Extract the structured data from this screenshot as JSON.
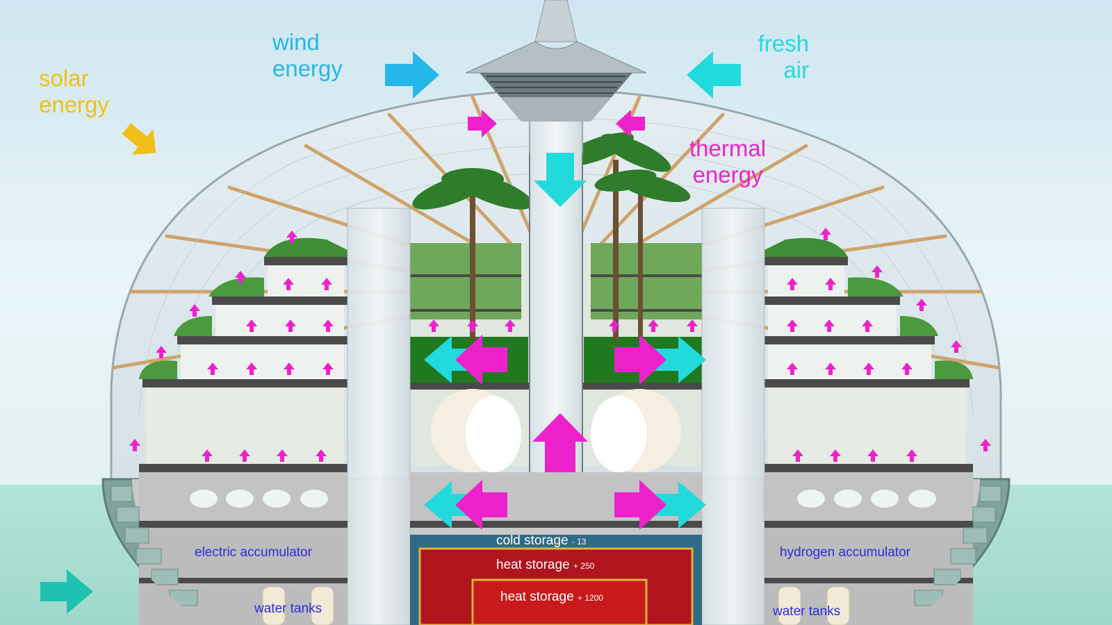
{
  "labels": {
    "solar": [
      "solar",
      "energy"
    ],
    "wind": [
      "wind",
      "energy"
    ],
    "fresh_air": [
      "fresh",
      "air"
    ],
    "thermal": [
      "thermal",
      "energy"
    ],
    "electric_accumulator": "electric accumulator",
    "hydrogen_accumulator": "hydrogen accumulator",
    "water_tanks_left": "water tanks",
    "water_tanks_right": "water tanks",
    "cold_storage": "cold storage",
    "cold_storage_value": "- 13",
    "heat_storage_outer": "heat storage",
    "heat_storage_outer_value": "+ 250",
    "heat_storage_inner": "heat storage",
    "heat_storage_inner_value": "+ 1200"
  },
  "colors": {
    "solar": "#f0c016",
    "wind": "#25b7e8",
    "fresh_air": "#22d9dc",
    "thermal": "#ee22cc",
    "accumulator_text": "#2b2be0",
    "sea": "#bfe8dc",
    "sky": "#e8f4f8",
    "heat_outer": "#b0141c",
    "heat_inner": "#c81a1a",
    "green_panel": "#1f7a1f"
  },
  "icons": {
    "solar_arrow": "arrow-down-right-icon",
    "wind_arrow": "arrow-right-icon",
    "fresh_air_arrow": "arrow-left-icon",
    "sea_arrow": "arrow-right-icon"
  }
}
